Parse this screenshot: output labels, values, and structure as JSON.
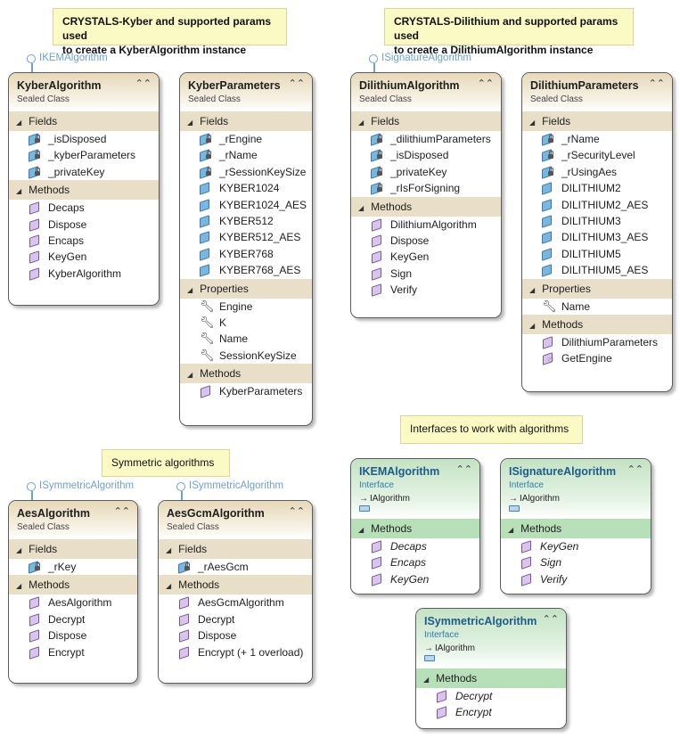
{
  "notes": [
    {
      "lines": [
        "CRYSTALS-Kyber and supported params used",
        "to create a KyberAlgorithm instance"
      ],
      "bold": true
    },
    {
      "lines": [
        "CRYSTALS-Dilithium and supported params used",
        "to create a DilithiumAlgorithm instance"
      ],
      "bold": true
    },
    {
      "lines": [
        "Symmetric algorithms"
      ],
      "bold": false
    },
    {
      "lines": [
        "Interfaces to work with algorithms"
      ],
      "bold": false
    }
  ],
  "lollipops": [
    "IKEMAlgorithm",
    "ISignatureAlgorithm",
    "ISymmetricAlgorithm",
    "ISymmetricAlgorithm"
  ],
  "colors": {
    "class_header": "#e6d8b8",
    "class_section": "#e9dfc8",
    "interface_header": "#c4e2c4",
    "interface_section": "#b8e0b8",
    "interface_name": "#1d5b8a",
    "lollipop": "#6ea2cc",
    "note_bg": "#fbf9c4"
  },
  "boxes": [
    {
      "name": "KyberAlgorithm",
      "kind": "Sealed Class",
      "type": "class",
      "sections": [
        {
          "title": "Fields",
          "items": [
            {
              "icon": "private-field-icon",
              "label": "_isDisposed"
            },
            {
              "icon": "private-field-icon",
              "label": "_kyberParameters"
            },
            {
              "icon": "private-field-icon",
              "label": "_privateKey"
            }
          ]
        },
        {
          "title": "Methods",
          "items": [
            {
              "icon": "method-icon",
              "label": "Decaps"
            },
            {
              "icon": "method-icon",
              "label": "Dispose"
            },
            {
              "icon": "method-icon",
              "label": "Encaps"
            },
            {
              "icon": "method-icon",
              "label": "KeyGen"
            },
            {
              "icon": "method-icon",
              "label": "KyberAlgorithm"
            }
          ]
        }
      ]
    },
    {
      "name": "KyberParameters",
      "kind": "Sealed Class",
      "type": "class",
      "sections": [
        {
          "title": "Fields",
          "items": [
            {
              "icon": "private-field-icon",
              "label": "_rEngine"
            },
            {
              "icon": "private-field-icon",
              "label": "_rName"
            },
            {
              "icon": "private-field-icon",
              "label": "_rSessionKeySize"
            },
            {
              "icon": "field-icon",
              "label": "KYBER1024"
            },
            {
              "icon": "field-icon",
              "label": "KYBER1024_AES"
            },
            {
              "icon": "field-icon",
              "label": "KYBER512"
            },
            {
              "icon": "field-icon",
              "label": "KYBER512_AES"
            },
            {
              "icon": "field-icon",
              "label": "KYBER768"
            },
            {
              "icon": "field-icon",
              "label": "KYBER768_AES"
            }
          ]
        },
        {
          "title": "Properties",
          "items": [
            {
              "icon": "wrench-icon",
              "label": "Engine"
            },
            {
              "icon": "wrench-icon",
              "label": "K"
            },
            {
              "icon": "wrench-icon",
              "label": "Name"
            },
            {
              "icon": "wrench-icon",
              "label": "SessionKeySize"
            }
          ]
        },
        {
          "title": "Methods",
          "items": [
            {
              "icon": "method-icon",
              "label": "KyberParameters"
            }
          ]
        }
      ]
    },
    {
      "name": "DilithiumAlgorithm",
      "kind": "Sealed Class",
      "type": "class",
      "sections": [
        {
          "title": "Fields",
          "items": [
            {
              "icon": "private-field-icon",
              "label": "_dilithiumParameters"
            },
            {
              "icon": "private-field-icon",
              "label": "_isDisposed"
            },
            {
              "icon": "private-field-icon",
              "label": "_privateKey"
            },
            {
              "icon": "private-field-icon",
              "label": "_rIsForSigning"
            }
          ]
        },
        {
          "title": "Methods",
          "items": [
            {
              "icon": "method-icon",
              "label": "DilithiumAlgorithm"
            },
            {
              "icon": "method-icon",
              "label": "Dispose"
            },
            {
              "icon": "method-icon",
              "label": "KeyGen"
            },
            {
              "icon": "method-icon",
              "label": "Sign"
            },
            {
              "icon": "method-icon",
              "label": "Verify"
            }
          ]
        }
      ]
    },
    {
      "name": "DilithiumParameters",
      "kind": "Sealed Class",
      "type": "class",
      "sections": [
        {
          "title": "Fields",
          "items": [
            {
              "icon": "private-field-icon",
              "label": "_rName"
            },
            {
              "icon": "private-field-icon",
              "label": "_rSecurityLevel"
            },
            {
              "icon": "private-field-icon",
              "label": "_rUsingAes"
            },
            {
              "icon": "field-icon",
              "label": "DILITHIUM2"
            },
            {
              "icon": "field-icon",
              "label": "DILITHIUM2_AES"
            },
            {
              "icon": "field-icon",
              "label": "DILITHIUM3"
            },
            {
              "icon": "field-icon",
              "label": "DILITHIUM3_AES"
            },
            {
              "icon": "field-icon",
              "label": "DILITHIUM5"
            },
            {
              "icon": "field-icon",
              "label": "DILITHIUM5_AES"
            }
          ]
        },
        {
          "title": "Properties",
          "items": [
            {
              "icon": "wrench-icon",
              "label": "Name"
            }
          ]
        },
        {
          "title": "Methods",
          "items": [
            {
              "icon": "method-icon",
              "label": "DilithiumParameters"
            },
            {
              "icon": "private-method-icon",
              "label": "GetEngine"
            }
          ]
        }
      ]
    },
    {
      "name": "AesAlgorithm",
      "kind": "Sealed Class",
      "type": "class",
      "sections": [
        {
          "title": "Fields",
          "items": [
            {
              "icon": "private-field-icon",
              "label": "_rKey"
            }
          ]
        },
        {
          "title": "Methods",
          "items": [
            {
              "icon": "method-icon",
              "label": "AesAlgorithm"
            },
            {
              "icon": "method-icon",
              "label": "Decrypt"
            },
            {
              "icon": "method-icon",
              "label": "Dispose"
            },
            {
              "icon": "method-icon",
              "label": "Encrypt"
            }
          ]
        }
      ]
    },
    {
      "name": "AesGcmAlgorithm",
      "kind": "Sealed Class",
      "type": "class",
      "sections": [
        {
          "title": "Fields",
          "items": [
            {
              "icon": "private-field-icon",
              "label": "_rAesGcm"
            }
          ]
        },
        {
          "title": "Methods",
          "items": [
            {
              "icon": "method-icon",
              "label": "AesGcmAlgorithm"
            },
            {
              "icon": "method-icon",
              "label": "Decrypt"
            },
            {
              "icon": "method-icon",
              "label": "Dispose"
            },
            {
              "icon": "method-icon",
              "label": "Encrypt (+ 1 overload)"
            }
          ]
        }
      ]
    },
    {
      "name": "IKEMAlgorithm",
      "kind": "Interface",
      "type": "interface",
      "base": "IAlgorithm",
      "sections": [
        {
          "title": "Methods",
          "items": [
            {
              "icon": "method-icon",
              "label": "Decaps"
            },
            {
              "icon": "method-icon",
              "label": "Encaps"
            },
            {
              "icon": "method-icon",
              "label": "KeyGen"
            }
          ]
        }
      ]
    },
    {
      "name": "ISignatureAlgorithm",
      "kind": "Interface",
      "type": "interface",
      "base": "IAlgorithm",
      "sections": [
        {
          "title": "Methods",
          "items": [
            {
              "icon": "method-icon",
              "label": "KeyGen"
            },
            {
              "icon": "method-icon",
              "label": "Sign"
            },
            {
              "icon": "method-icon",
              "label": "Verify"
            }
          ]
        }
      ]
    },
    {
      "name": "ISymmetricAlgorithm",
      "kind": "Interface",
      "type": "interface",
      "base": "IAlgorithm",
      "sections": [
        {
          "title": "Methods",
          "items": [
            {
              "icon": "method-icon",
              "label": "Decrypt"
            },
            {
              "icon": "method-icon",
              "label": "Encrypt"
            }
          ]
        }
      ]
    }
  ]
}
